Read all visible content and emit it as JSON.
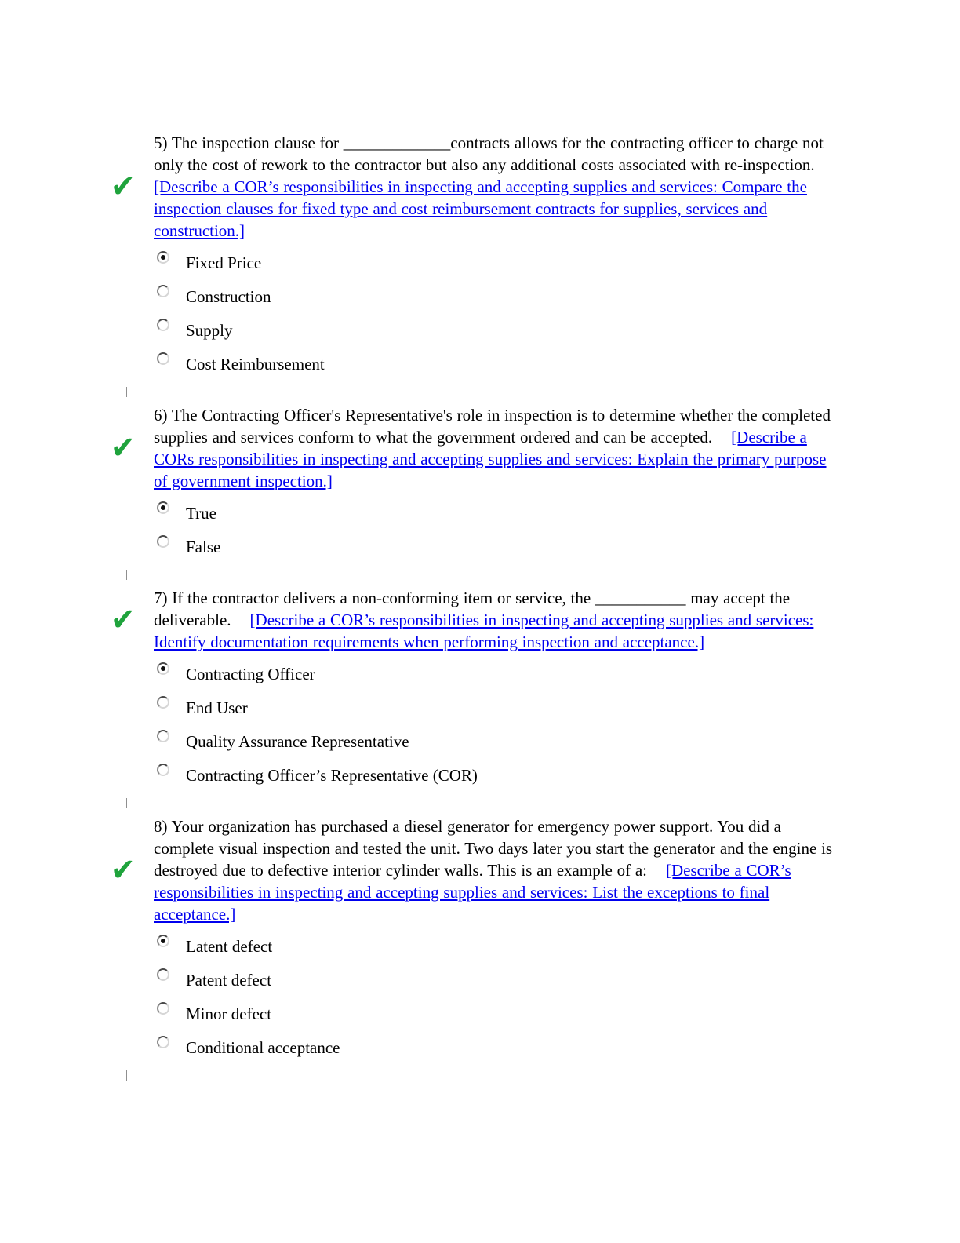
{
  "colors": {
    "link_blue": "#0000EE",
    "check_green": "#1FA33C",
    "text": "#000000"
  },
  "icons": {
    "correct_checkmark": "✔"
  },
  "questions": [
    {
      "number": "5",
      "text": "5) The inspection clause for _____________contracts allows for the contracting officer to charge not only the cost of rework to the contractor but also any additional costs associated with re-inspection.",
      "link": "[Describe a COR’s responsibilities in inspecting and accepting supplies and services: Compare the inspection clauses for fixed type and cost reimbursement contracts for supplies, services and construction.]",
      "status": "correct",
      "options": [
        {
          "label": "Fixed Price",
          "selected": true
        },
        {
          "label": "Construction",
          "selected": false
        },
        {
          "label": "Supply",
          "selected": false
        },
        {
          "label": "Cost Reimbursement",
          "selected": false
        }
      ]
    },
    {
      "number": "6",
      "text": "6) The Contracting Officer's Representative's role in inspection is to determine whether the completed supplies and services conform to what the government ordered and can be accepted.",
      "link": "[Describe a CORs responsibilities in inspecting and accepting supplies and services: Explain the primary purpose of government inspection.]",
      "status": "correct",
      "options": [
        {
          "label": "True",
          "selected": true
        },
        {
          "label": "False",
          "selected": false
        }
      ]
    },
    {
      "number": "7",
      "text": "7) If the contractor delivers a non-conforming item or service, the ___________ may accept the deliverable.",
      "link": "[Describe a COR’s responsibilities in inspecting and accepting supplies and services: Identify documentation requirements when performing inspection and acceptance.]",
      "status": "correct",
      "options": [
        {
          "label": "Contracting Officer",
          "selected": true
        },
        {
          "label": "End User",
          "selected": false
        },
        {
          "label": "Quality Assurance Representative",
          "selected": false
        },
        {
          "label": "Contracting Officer’s Representative (COR)",
          "selected": false
        }
      ]
    },
    {
      "number": "8",
      "text": "8) Your organization has purchased a diesel generator for emergency power support. You did a complete visual inspection and tested the unit. Two days later you start the generator and the engine is destroyed due to defective interior cylinder walls. This is an example of a:",
      "link": "[Describe a COR’s responsibilities in inspecting and accepting supplies and services: List the exceptions to final acceptance.]",
      "status": "correct",
      "options": [
        {
          "label": "Latent defect",
          "selected": true
        },
        {
          "label": "Patent defect",
          "selected": false
        },
        {
          "label": "Minor defect",
          "selected": false
        },
        {
          "label": "Conditional acceptance",
          "selected": false
        }
      ]
    }
  ]
}
